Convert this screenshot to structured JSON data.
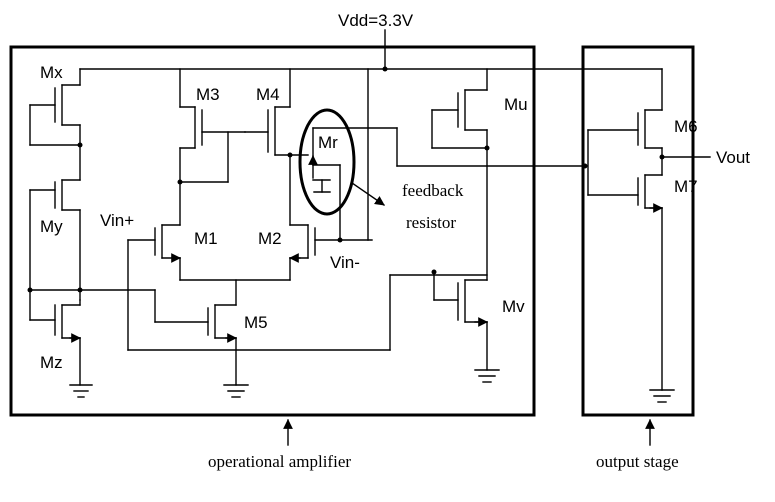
{
  "supply_label": "Vdd=3.3V",
  "blocks": {
    "op_amp": "operational amplifier",
    "output_stage": "output stage"
  },
  "annotation": "feedback\nresistor",
  "transistors": {
    "mx": "Mx",
    "my": "My",
    "mz": "Mz",
    "m1": "M1",
    "m2": "M2",
    "m3": "M3",
    "m4": "M4",
    "m5": "M5",
    "mr": "Mr",
    "mu": "Mu",
    "mv": "Mv",
    "m6": "M6",
    "m7": "M7"
  },
  "ports": {
    "vin_plus": "Vin+",
    "vin_minus": "Vin-",
    "vout": "Vout"
  },
  "colors": {
    "ink": "#000000",
    "background": "#ffffff"
  }
}
